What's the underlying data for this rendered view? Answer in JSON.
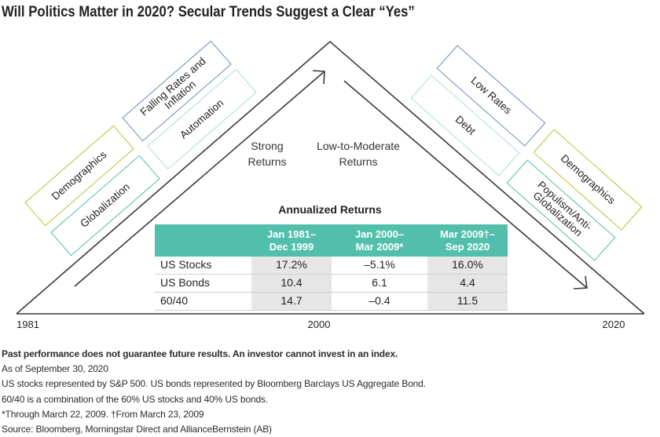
{
  "title": "Will Politics Matter in 2020? Secular Trends Suggest a Clear “Yes”",
  "colors": {
    "line": "#3a3a3a",
    "table_header": "#52bfad",
    "table_shade": "#e6e6e6"
  },
  "diagram": {
    "left_factors": [
      {
        "label": "Demographics",
        "color": "#b3c32f"
      },
      {
        "label": "Globalization",
        "color": "#4dbcae"
      },
      {
        "label": "Falling Rates and\nInflation",
        "color": "#6a87c0"
      },
      {
        "label": "Automation",
        "color": "#a6dfda"
      }
    ],
    "right_factors": [
      {
        "label": "Low Rates",
        "color": "#6a87c0"
      },
      {
        "label": "Debt",
        "color": "#a6dfda"
      },
      {
        "label": "Demographics",
        "color": "#b3c32f"
      },
      {
        "label": "Populism/Anti-\nGlobalization",
        "color": "#4dbcae"
      }
    ],
    "phase_labels": {
      "rising": "Strong\nReturns",
      "falling": "Low-to-Moderate\nReturns"
    },
    "timeline": [
      "1981",
      "2000",
      "2020"
    ]
  },
  "table": {
    "title": "Annualized Returns",
    "columns": [
      "",
      "Jan 1981–\nDec 1999",
      "Jan 2000–\nMar 2009*",
      "Mar 2009†–\nSep 2020"
    ],
    "rows": [
      {
        "label": "US Stocks",
        "values": [
          "17.2%",
          "–5.1%",
          "16.0%"
        ]
      },
      {
        "label": "US Bonds",
        "values": [
          "10.4",
          "6.1",
          "4.4"
        ]
      },
      {
        "label": "60/40",
        "values": [
          "14.7",
          "–0.4",
          "11.5"
        ]
      }
    ]
  },
  "footnotes": {
    "disclaimer": "Past performance does not guarantee future results. An investor cannot invest in an index.",
    "lines": [
      "As of September 30, 2020",
      "US stocks represented by S&P 500. US bonds represented by Bloomberg Barclays US Aggregate Bond.",
      "60/40 is a combination of the 60% US stocks and 40% US bonds.",
      "*Through March 22, 2009. †From March 23, 2009",
      "Source: Bloomberg, Morningstar Direct and AllianceBernstein (AB)"
    ]
  }
}
